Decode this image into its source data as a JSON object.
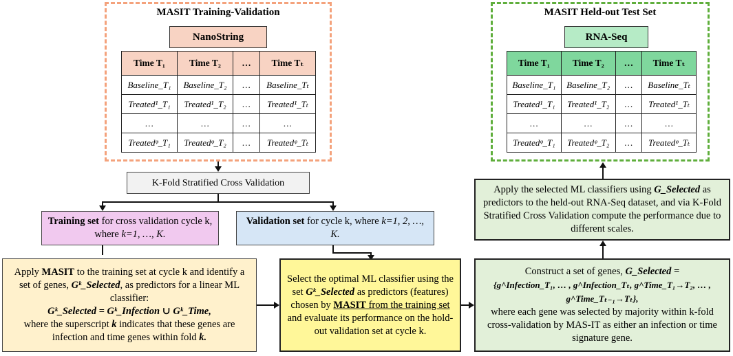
{
  "training_panel": {
    "title": "MASIT Training-Validation",
    "source": "NanoString",
    "headers": [
      "Time T₁",
      "Time T₂",
      "…",
      "Time Tₜ"
    ],
    "rows": [
      [
        "Baseline_T₁",
        "Baseline_T₂",
        "…",
        "Baseline_Tₜ"
      ],
      [
        "Treated¹_T₁",
        "Treated¹_T₂",
        "…",
        "Treated¹_Tₜ"
      ],
      [
        "…",
        "…",
        "…",
        "…"
      ],
      [
        "Treatedᵠ_T₁",
        "Treatedᵠ_T₂",
        "…",
        "Treatedᵠ_Tₜ"
      ]
    ]
  },
  "test_panel": {
    "title": "MASIT Held-out Test Set",
    "source": "RNA-Seq",
    "headers": [
      "Time T₁",
      "Time T₂",
      "…",
      "Time Tₜ"
    ],
    "rows": [
      [
        "Baseline_T₁",
        "Baseline_T₂",
        "…",
        "Baseline_Tₜ"
      ],
      [
        "Treated¹_T₁",
        "Treated¹_T₂",
        "…",
        "Treated¹_Tₜ"
      ],
      [
        "…",
        "…",
        "…",
        "…"
      ],
      [
        "Treatedᵠ_T₁",
        "Treatedᵠ_T₂",
        "…",
        "Treatedᵠ_Tₜ"
      ]
    ]
  },
  "cv_box": "K-Fold Stratified Cross Validation",
  "training_set": {
    "bold": "Training set",
    "text": " for cross validation cycle k, where ",
    "range": "k=1, …, K."
  },
  "validation_set": {
    "bold": "Validation set",
    "text": " for cycle k, where ",
    "range": "k=1, 2, …, K."
  },
  "apply_masit": {
    "line1a": "Apply ",
    "line1b": "MASIT",
    "line1c": " to the training set at cycle k and identify a set of genes, ",
    "gsel": "Gᵏ_Selected",
    "line2": ", as predictors for a linear ML classifier:",
    "equation": "Gᵏ_Selected = Gᵏ_Infection ∪ Gᵏ_Time,",
    "line3a": "where the superscript ",
    "k": "k",
    "line3b": " indicates that these genes are infection and time genes within fold ",
    "k2": "k."
  },
  "select_box": {
    "a": "Select the optimal ML classifier using the set ",
    "gsel": "Gᵏ_Selected",
    "b": " as predictors (features) chosen by ",
    "masit": "MASIT",
    "c": " from the training set",
    "d": " and evaluate its performance on the hold-out validation set at cycle k."
  },
  "construct_box": {
    "a": "Construct a set of genes, ",
    "gsel": "G_Selected =",
    "set": "{g^Infection_T₁, … , g^Infection_Tₜ, g^Time_T₁→T₂, … , g^Time_Tₜ₋₁→Tₜ},",
    "b": "where each gene was selected by majority within k-fold cross-validation by MAS-IT as either an infection or time signature gene."
  },
  "apply_selected": {
    "a": "Apply the selected ML classifiers using ",
    "gsel": "G_Selected",
    "b": " as predictors to the held-out RNA-Seq dataset, and via K-Fold Stratified Cross Validation compute the performance due to different scales."
  },
  "colors": {
    "orange_header": "#f8d3c3",
    "green_header": "#7fd79d",
    "training_fill": "#f1c9ef",
    "validation_fill": "#d6e6f6",
    "apply_fill": "#fff1cc",
    "select_fill": "#fff799",
    "green_fill": "#e2f0d9",
    "cv_fill": "#f2f2f2"
  }
}
